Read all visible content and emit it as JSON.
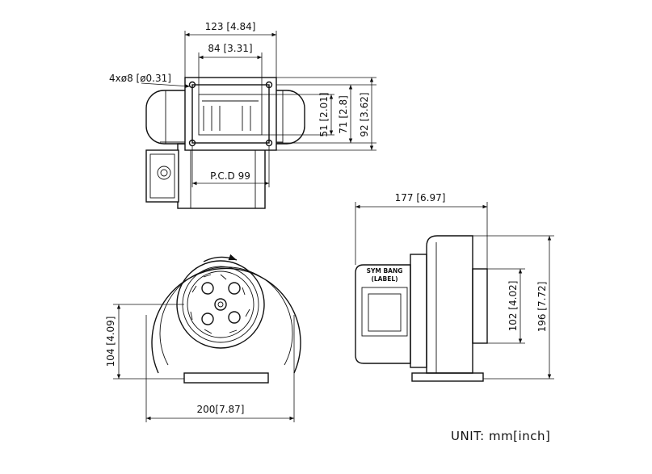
{
  "top_view": {
    "dim_overall_width": "123 [4.84]",
    "dim_inner_width": "84 [3.31]",
    "dim_holes": "4xø8 [ø0.31]",
    "dim_51": "51 [2.01]",
    "dim_71": "71 [2.8]",
    "dim_92": "92 [3.62]",
    "dim_pcd": "P.C.D 99"
  },
  "front_view": {
    "dim_height": "104 [4.09]",
    "dim_width": "200[7.87]"
  },
  "side_view": {
    "dim_depth": "177 [6.97]",
    "dim_102": "102 [4.02]",
    "dim_196": "196 [7.72]",
    "label_line1": "SYM BANG",
    "label_line2": "(LABEL)"
  },
  "unit_note": "UNIT: mm[inch]"
}
